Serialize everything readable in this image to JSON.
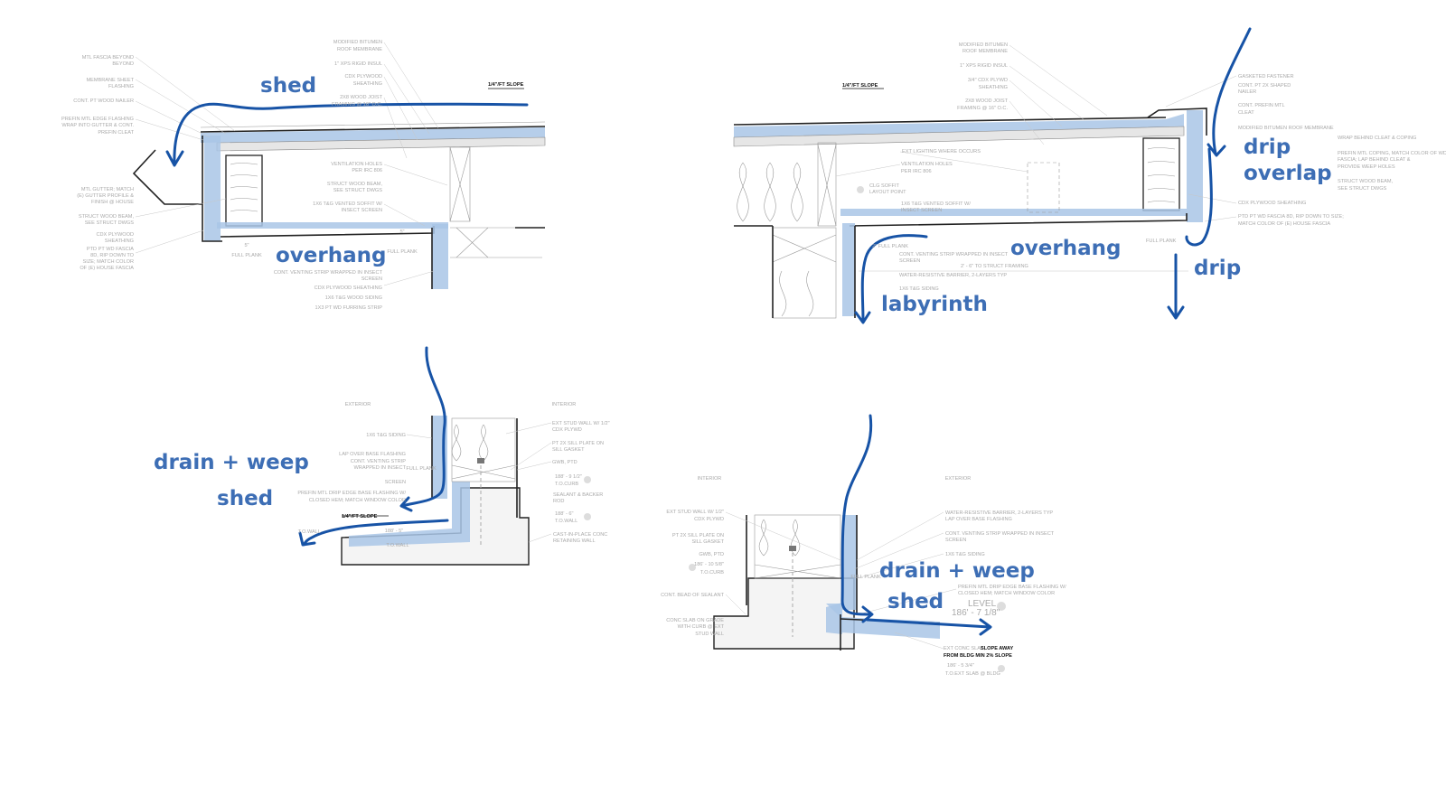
{
  "colors": {
    "annotation": "#3d6eb5",
    "arrow": "#1753a6",
    "water_barrier": "#a9c5e6"
  },
  "details": [
    {
      "name": "roof-edge-gutter",
      "annotations": [
        "shed",
        "overhang"
      ],
      "slope": "1/4\"/FT  SLOPE",
      "labels": [
        "MTL FASCIA BEYOND",
        "BEYOND",
        "MEMBRANE SHEET",
        "FLASHING",
        "CONT. PT WOOD NAILER",
        "PREFIN MTL EDGE FLASHING",
        "WRAP INTO GUTTER & CONT.",
        "PREFIN CLEAT",
        "MTL GUTTER; MATCH",
        "(E) GUTTER PROFILE &",
        "FINISH @ HOUSE",
        "STRUCT WOOD BEAM,",
        "SEE STRUCT DWGS",
        "CDX PLYWOOD",
        "SHEATHING",
        "PTD PT WD FASCIA",
        "8D, RIP DOWN TO",
        "SIZE; MATCH COLOR",
        "OF (E) HOUSE FASCIA",
        "MODIFIED BITUMEN",
        "ROOF MEMBRANE",
        "1\" XPS RIGID INSUL",
        "CDX PLYWOOD",
        "SHEATHING",
        "2X8 WOOD JOIST",
        "FRAMING @ 16\" O.C.",
        "VENTILATION HOLES",
        "PER IRC 806",
        "STRUCT WOOD BEAM,",
        "SEE STRUCT DWGS",
        "1X6 T&G VENTED SOFFIT W/",
        "INSECT SCREEN",
        "CONT. VENTING STRIP WRAPPED IN INSECT",
        "SCREEN",
        "CDX PLYWOOD SHEATHING",
        "1X6 T&G WOOD SIDING",
        "1X3 PT WD FURRING STRIP",
        "FULL PLANK",
        "FULL PLANK",
        "5\"",
        "5\""
      ]
    },
    {
      "name": "roof-edge-coping",
      "annotations": [
        "drip",
        "overlap",
        "overhang",
        "drip",
        "labyrinth"
      ],
      "slope": "1/4\"/FT  SLOPE",
      "labels": [
        "MODIFIED BITUMEN",
        "ROOF MEMBRANE",
        "1\" XPS RIGID INSUL",
        "3/4\" CDX PLYWD",
        "SHEATHING",
        "2X8 WOOD JOIST",
        "FRAMING @ 16\" O.C.",
        "GASKETED FASTENER",
        "CONT. PT 2X SHAPED",
        "NAILER",
        "CONT. PREFIN MTL",
        "CLEAT",
        "MODIFIED BITUMEN ROOF MEMBRANE",
        "WRAP BEHIND CLEAT & COPING",
        "PREFIN MTL COPING, MATCH COLOR OF WD",
        "FASCIA; LAP BEHIND CLEAT &",
        "PROVIDE WEEP HOLES",
        "STRUCT WOOD BEAM,",
        "SEE STRUCT DWGS",
        "CDX PLYWOOD SHEATHING",
        "PTD PT WD FASCIA 8D, RIP DOWN TO SIZE;",
        "MATCH COLOR OF (E) HOUSE FASCIA",
        "EXT LIGHTING WHERE OCCURS",
        "VENTILATION HOLES",
        "PER IRC 806",
        "CLG SOFFIT",
        "LAYOUT POINT",
        "1X6 T&G VENTED SOFFIT W/",
        "INSECT SCREEN",
        "2\" FULL PLANK",
        "CONT. VENTING STRIP WRAPPED IN INSECT",
        "SCREEN",
        "2' - 6\" TO STRUCT FRAMING",
        "WATER-RESISTIVE BARRIER, 2-LAYERS TYP",
        "1X6 T&G SIDING",
        "FULL PLANK"
      ]
    },
    {
      "name": "wall-base-retaining-wall",
      "annotations": [
        "drain + weep",
        "shed"
      ],
      "slope": "1/4\"/FT  SLOPE",
      "labels": [
        "EXTERIOR",
        "INTERIOR",
        "EXT STUD WALL W/ 1/2\"",
        "CDX PLYWD",
        "PT 2X SILL PLATE ON",
        "SILL GASKET",
        "GWB, PTD",
        "188' - 9 1/2\"",
        "T.O.CURB",
        "SEALANT & BACKER",
        "ROD",
        "188' - 6\"",
        "T.O.WALL",
        "CAST-IN-PLACE CONC",
        "RETAINING WALL",
        "1X6 T&G SIDING",
        "LAP OVER BASE FLASHING",
        "CONT. VENTING STRIP",
        "WRAPPED IN INSECT",
        "SCREEN",
        "PREFIN MTL DRIP EDGE BASE FLASHING W/",
        "CLOSED HEM; MATCH WINDOW COLOR",
        "FULL PLANK",
        "T.O.WALL",
        "188' - 5\"",
        "T.O.WALL"
      ]
    },
    {
      "name": "wall-base-slab-on-grade",
      "annotations": [
        "drain + weep",
        "shed"
      ],
      "labels": [
        "INTERIOR",
        "EXTERIOR",
        "EXT STUD WALL W/ 1/2\"",
        "CDX PLYWD",
        "PT 2X SILL PLATE ON",
        "SILL GASKET",
        "GWB, PTD",
        "186' - 10 5/8\"",
        "T.O.CURB",
        "CONT. BEAD OF SEALANT",
        "CONC SLAB ON GRADE",
        "WITH CURB @ EXT",
        "STUD WALL",
        "WATER-RESISTIVE BARRIER, 2-LAYERS TYP",
        "LAP OVER BASE FLASHING",
        "CONT. VENTING STRIP WRAPPED IN INSECT",
        "SCREEN",
        "1X6 T&G SIDING",
        "PREFIN MTL DRIP EDGE BASE FLASHING W/",
        "CLOSED HEM; MATCH WINDOW COLOR",
        "186' - 5 3/4\"",
        "T.O.EXT SLAB @ BLDG",
        "FULL PLANK"
      ],
      "level": {
        "label": "LEVEL",
        "value": "186' - 7 1/8\""
      },
      "slab_note": {
        "prefix": "EXT CONC SLAB;",
        "line1": "SLOPE AWAY",
        "line2": "FROM BLDG MIN 2% SLOPE"
      }
    }
  ]
}
